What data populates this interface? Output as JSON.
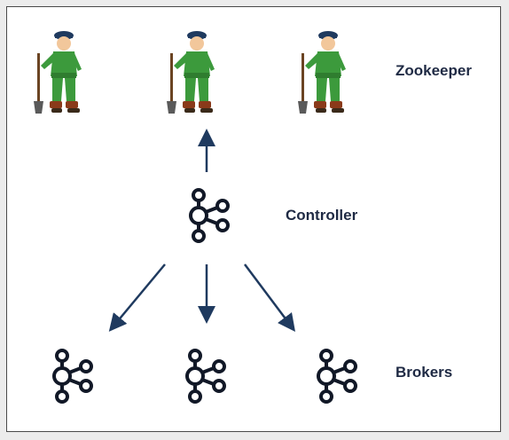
{
  "labels": {
    "zookeeper": "Zookeeper",
    "controller": "Controller",
    "brokers": "Brokers"
  },
  "icons": {
    "zookeeper_figure": "zookeeper-keeper-icon",
    "kafka_node": "kafka-logo-icon"
  },
  "colors": {
    "text": "#1f2a44",
    "arrow": "#1f3a5f",
    "kafka_icon": "#111827",
    "keeper_uniform": "#3c9a3c",
    "frame_border": "#4a4a4a"
  }
}
